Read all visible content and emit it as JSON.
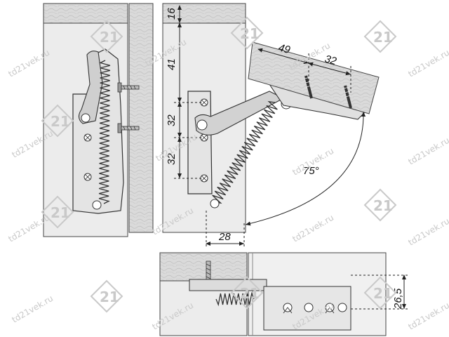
{
  "watermark": {
    "text": "td21vek.ru",
    "logo_text": "21",
    "color": "#c9c9c9"
  },
  "dimensions": {
    "top_gap": "16",
    "upper_pitch": "41",
    "hole_spacing_1": "32",
    "hole_spacing_2": "32",
    "bottom_offset": "28",
    "lid_offset": "49",
    "lid_hole_spacing": "32",
    "open_angle": "75°",
    "mount_height": "26,5"
  },
  "colors": {
    "wood": "#d9d9d9",
    "wood_grain": "#bdbdbd",
    "metal": "#e8e8e8",
    "line": "#333333"
  }
}
